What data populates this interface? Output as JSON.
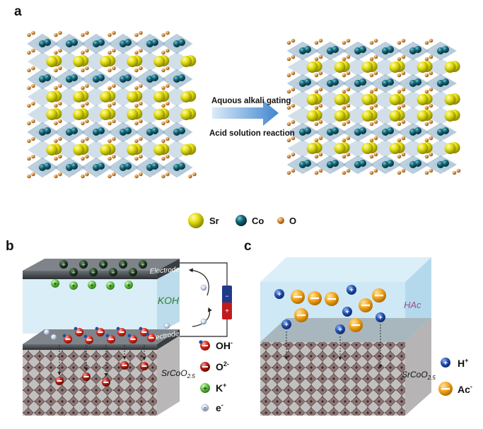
{
  "panels": {
    "a": "a",
    "b": "b",
    "c": "c"
  },
  "panel_a": {
    "arrow_top": "Aquous alkali gating",
    "arrow_bottom": "Acid solution reaction",
    "legend": [
      {
        "symbol": "sr-atom",
        "label": "Sr",
        "color": "#d8d400"
      },
      {
        "symbol": "co-atom",
        "label": "Co",
        "color": "#0d5566"
      },
      {
        "symbol": "o-atom",
        "label": "O",
        "color": "#d08a3c"
      }
    ]
  },
  "panel_b": {
    "electrode_top": "Electrode",
    "electrode_bottom": "Electrode",
    "electrolyte": "KOH",
    "substrate": "SrCoO",
    "substrate_sub": "2.5",
    "legend": [
      {
        "symbol": "oh-ion",
        "label": "OH",
        "sup": "-"
      },
      {
        "symbol": "o2-ion",
        "label": "O",
        "sup": "2-"
      },
      {
        "symbol": "k-ion",
        "label": "K",
        "sup": "+"
      },
      {
        "symbol": "electron",
        "label": "e",
        "sup": "-"
      }
    ]
  },
  "panel_c": {
    "electrolyte": "HAc",
    "substrate": "SrCoO",
    "substrate_sub": "2.5",
    "legend": [
      {
        "symbol": "h-ion",
        "label": "H",
        "sup": "+"
      },
      {
        "symbol": "ac-ion",
        "label": "Ac",
        "sup": "-"
      }
    ]
  },
  "colors": {
    "sr": "#d8d400",
    "co": "#0d5566",
    "o": "#d08a3c",
    "octahedra": "#7fa3bf",
    "electrolyte": "#cfe8f5",
    "electrode": "#3f4347",
    "substrate": "#bdbdbd",
    "h_ion": "#1f4fa8",
    "ac_ion": "#f2a116",
    "oh_ion": "#d42a1f",
    "k_ion": "#6cc24a"
  }
}
